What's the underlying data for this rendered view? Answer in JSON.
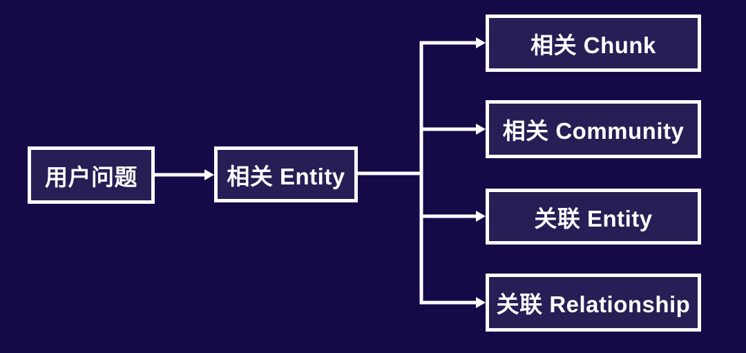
{
  "diagram": {
    "type": "flowchart",
    "direction": "left-to-right",
    "nodes": [
      {
        "id": "question",
        "label": "用户问题"
      },
      {
        "id": "entity",
        "label": "相关 Entity"
      },
      {
        "id": "chunk",
        "label": "相关 Chunk"
      },
      {
        "id": "community",
        "label": "相关 Community"
      },
      {
        "id": "rel_entity",
        "label": "关联 Entity"
      },
      {
        "id": "relationship",
        "label": "关联 Relationship"
      }
    ],
    "edges": [
      {
        "from": "question",
        "to": "entity",
        "arrow": true
      },
      {
        "from": "entity",
        "to": "chunk",
        "arrow": true
      },
      {
        "from": "entity",
        "to": "community",
        "arrow": true
      },
      {
        "from": "entity",
        "to": "rel_entity",
        "arrow": true
      },
      {
        "from": "entity",
        "to": "relationship",
        "arrow": true
      }
    ]
  },
  "colors": {
    "background": "#150a47",
    "node_fill": "#271e55",
    "line": "#ffffff",
    "text": "#ffffff"
  }
}
